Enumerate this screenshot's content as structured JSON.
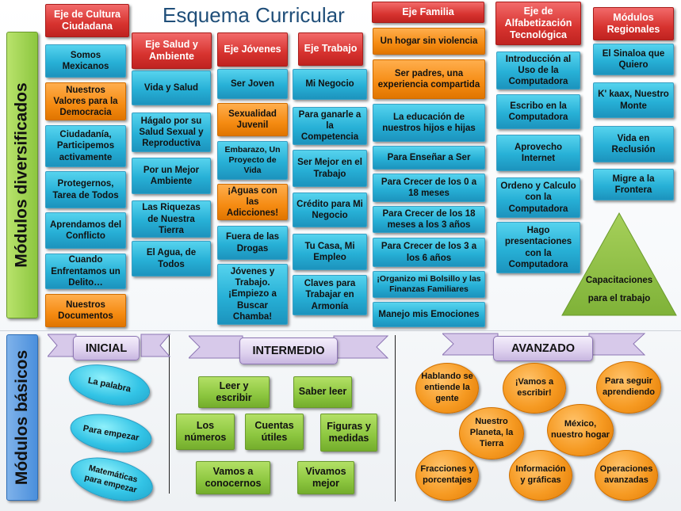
{
  "title": "Esquema Curricular",
  "side_labels": {
    "diversificados": "Módulos diversificados",
    "basicos": "Módulos básicos"
  },
  "headers": {
    "cultura": "Eje de Cultura Ciudadana",
    "salud": "Eje Salud y Ambiente",
    "jovenes": "Eje Jóvenes",
    "trabajo": "Eje Trabajo",
    "familia": "Eje  Familia",
    "alfabetizacion": "Eje de Alfabetización Tecnológica",
    "regionales": "Módulos Regionales"
  },
  "cultura": [
    "Somos Mexicanos",
    "Nuestros Valores para la Democracia",
    "Ciudadanía, Participemos activamente",
    "Protegernos, Tarea de Todos",
    "Aprendamos del Conflicto",
    "Cuando Enfrentamos un Delito…",
    "Nuestros Documentos"
  ],
  "salud": [
    "Vida y Salud",
    "Hágalo por su Salud Sexual y Reproductiva",
    "Por un Mejor Ambiente",
    "Las Riquezas de Nuestra Tierra",
    "El Agua, de Todos"
  ],
  "jovenes": [
    "Ser Joven",
    "Sexualidad Juvenil",
    "Embarazo, Un Proyecto de Vida",
    "¡Aguas con las Adicciones!",
    "Fuera de las Drogas",
    "Jóvenes y Trabajo. ¡Empiezo a Buscar Chamba!"
  ],
  "trabajo": [
    "Mi Negocio",
    "Para ganarle a la Competencia",
    "Ser Mejor en el Trabajo",
    "Crédito para Mi Negocio",
    "Tu Casa, Mi Empleo",
    "Claves para Trabajar en Armonía"
  ],
  "familia": [
    "Un hogar sin violencia",
    "Ser padres, una experiencia compartida",
    "La educación de nuestros hijos e hijas",
    "Para Enseñar a Ser",
    "Para Crecer de los 0 a 18 meses",
    "Para Crecer de los 18 meses a los 3 años",
    "Para Crecer de los 3 a los 6 años",
    "¡Organizo mi Bolsillo y las Finanzas Familiares",
    "Manejo mis Emociones"
  ],
  "alfabetizacion": [
    "Introducción al Uso de la Computadora",
    "Escribo en la Computadora",
    "Aprovecho Internet",
    "Ordeno y Calculo con la Computadora",
    "Hago presentaciones con la Computadora"
  ],
  "regionales": [
    "El Sinaloa que Quiero",
    "K' kaax, Nuestro Monte",
    "Vida en Reclusión",
    "Migre a la Frontera"
  ],
  "triangle": "Capacitaciones para el trabajo",
  "levels": {
    "inicial": "INICIAL",
    "intermedio": "INTERMEDIO",
    "avanzado": "AVANZADO"
  },
  "inicial": [
    "La palabra",
    "Para empezar",
    "Matemáticas para empezar"
  ],
  "intermedio": [
    "Leer y escribir",
    "Saber leer",
    "Los números",
    "Cuentas útiles",
    "Figuras y medidas",
    "Vamos a conocernos",
    "Vivamos mejor"
  ],
  "avanzado": [
    "Hablando se entiende la gente",
    "¡Vamos a escribir!",
    "Para seguir aprendiendo",
    "Nuestro Planeta, la Tierra",
    "México, nuestro hogar",
    "Fracciones y porcentajes",
    "Información y gráficas",
    "Operaciones avanzadas"
  ],
  "colors": {
    "teal": "#27b0d6",
    "orange": "#f58b12",
    "red": "#d7332f",
    "green": "#8cc63f",
    "lavender": "#ddd0ee",
    "title": "#1f4e79"
  }
}
